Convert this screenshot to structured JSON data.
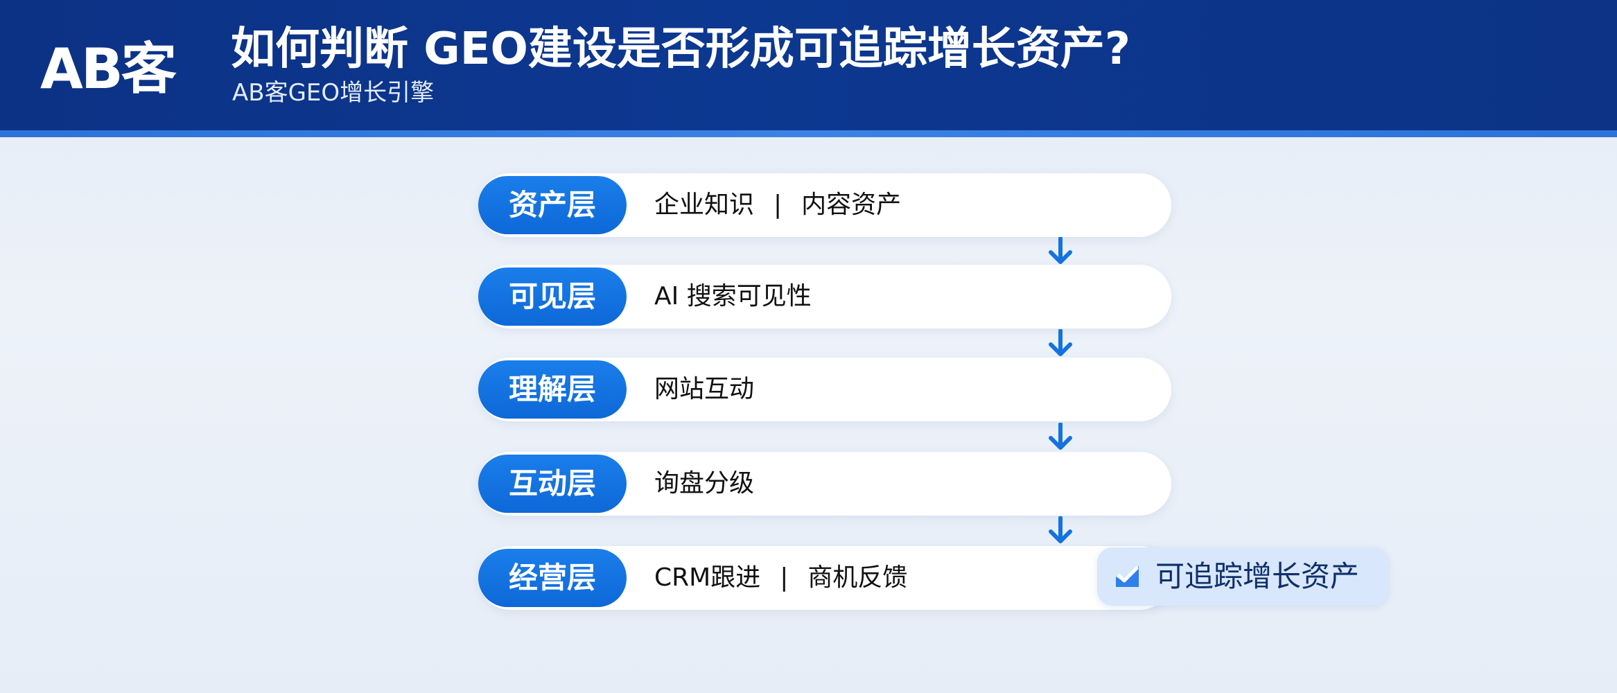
{
  "header": {
    "logo": "AB客",
    "title": "如何判断 GEO建设是否形成可追踪增长资产?",
    "subtitle": "AB客GEO增长引擎"
  },
  "layers": [
    {
      "name": "资产层",
      "items": [
        "企业知识",
        "内容资产"
      ]
    },
    {
      "name": "可见层",
      "items": [
        "AI 搜索可见性"
      ]
    },
    {
      "name": "理解层",
      "items": [
        "网站互动"
      ]
    },
    {
      "name": "互动层",
      "items": [
        "询盘分级"
      ]
    },
    {
      "name": "经营层",
      "items": [
        "CRM跟进",
        "商机反馈"
      ]
    }
  ],
  "separator": "|",
  "result": {
    "icon": "check-chart-icon",
    "label": "可追踪增长资产"
  },
  "colors": {
    "header": "#0d3891",
    "accent": "#0e68d8",
    "result_bg": "#d8e7fb"
  }
}
